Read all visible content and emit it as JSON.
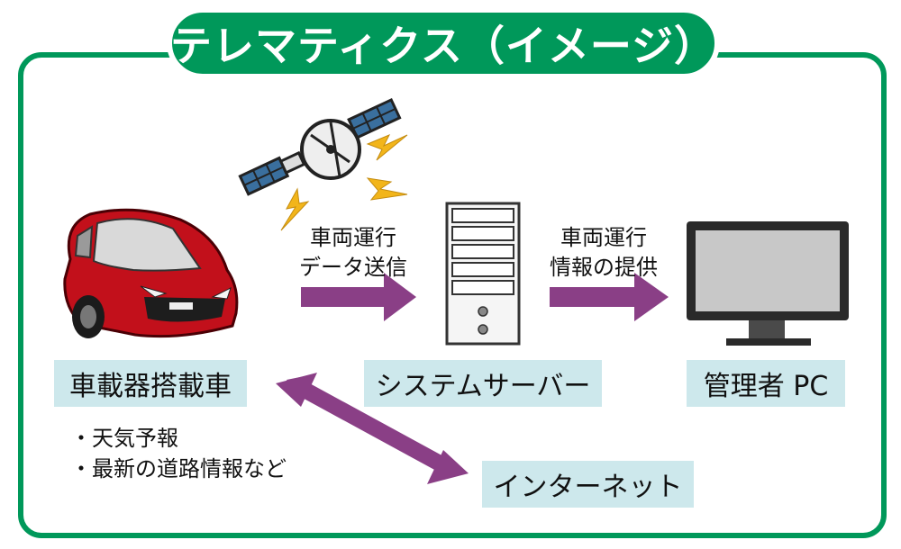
{
  "title": "テレマティクス（イメージ）",
  "colors": {
    "frame": "#00985a",
    "arrow": "#8a3f86",
    "label_bg": "#cde8ec",
    "car": "#c2101b",
    "lightning": "#f2b51a"
  },
  "nodes": {
    "car_label": "車載器搭載車",
    "server_label": "システムサーバー",
    "pc_label": "管理者 PC",
    "internet_label": "インターネット"
  },
  "flows": {
    "car_to_server": [
      "車両運行",
      "データ送信"
    ],
    "server_to_pc": [
      "車両運行",
      "情報の提供"
    ]
  },
  "car_info": [
    "・天気予報",
    "・最新の道路情報など"
  ],
  "icons": [
    "satellite-icon",
    "lightning-icon",
    "car-icon",
    "server-icon",
    "monitor-icon"
  ]
}
